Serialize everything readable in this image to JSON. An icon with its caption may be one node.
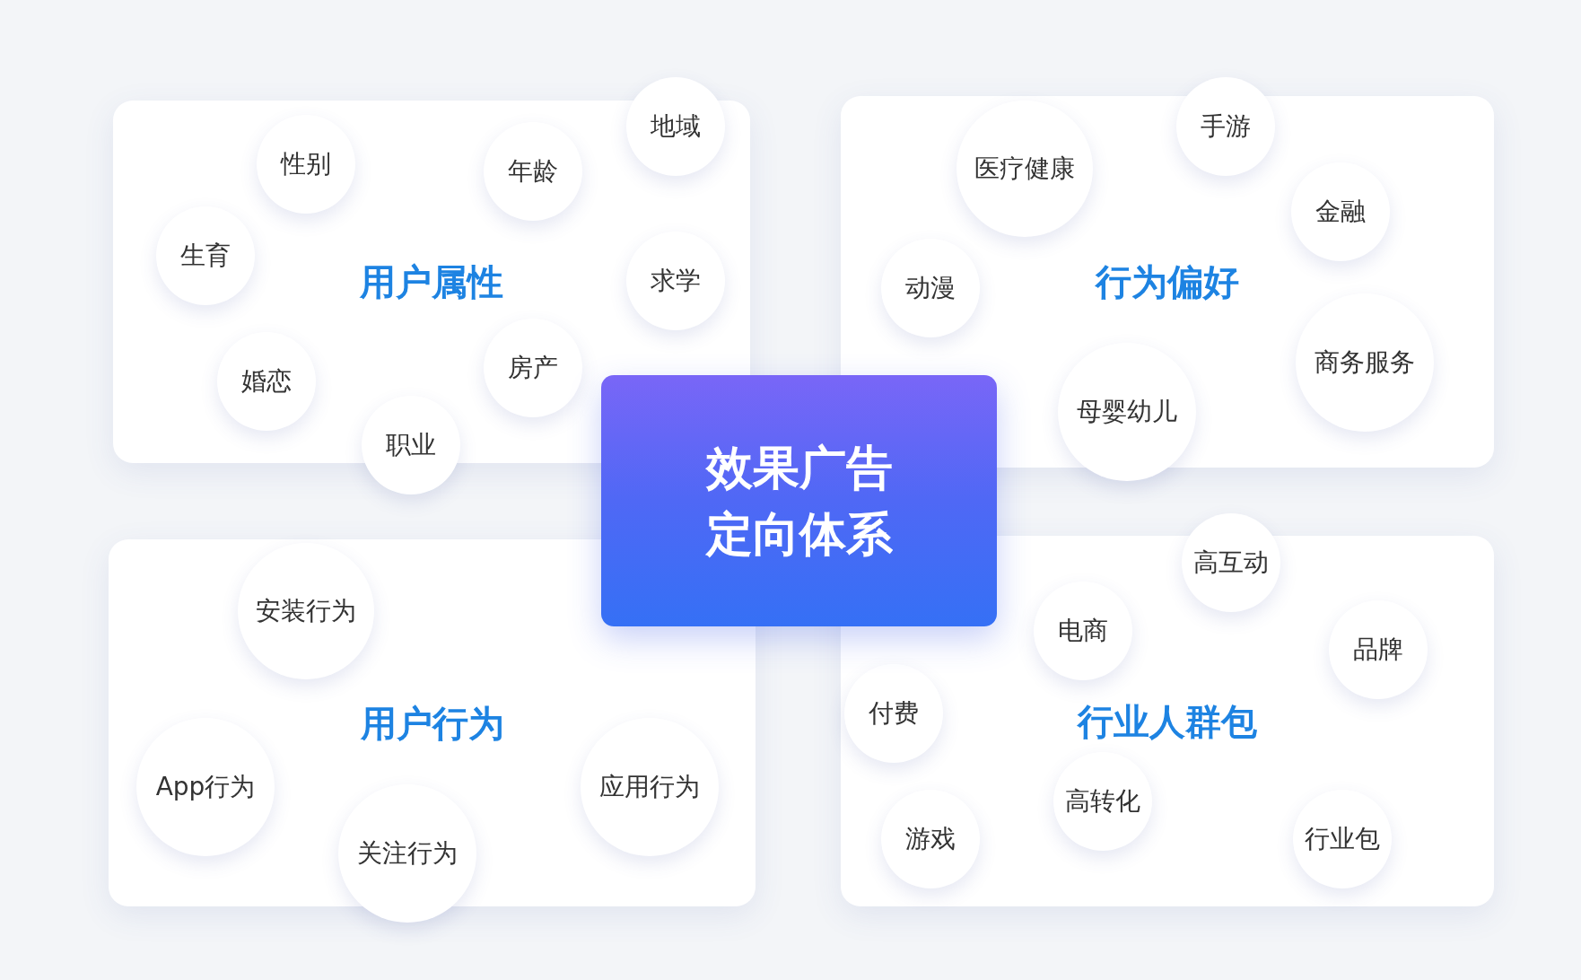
{
  "diagram": {
    "nodes": [
      {
        "text": [
          "用户属性"
        ]
      },
      {
        "text": [
          "性别"
        ],
        "in": 0
      },
      {
        "text": [
          "年龄"
        ],
        "in": 0
      },
      {
        "text": [
          "地域"
        ]
      },
      {
        "text": [
          "生育"
        ],
        "in": 0
      },
      {
        "text": [
          "求学"
        ],
        "in": 0
      },
      {
        "text": [
          "婚恋"
        ],
        "in": 0
      },
      {
        "text": [
          "房产"
        ],
        "in": 0
      },
      {
        "text": [
          "职业"
        ]
      },
      {
        "text": [
          "行为偏好"
        ]
      },
      {
        "text": [
          "医疗健康"
        ],
        "in": 9
      },
      {
        "text": [
          "手游"
        ]
      },
      {
        "text": [
          "金融"
        ],
        "in": 9
      },
      {
        "text": [
          "动漫"
        ],
        "in": 9
      },
      {
        "text": [
          "商务服务"
        ],
        "in": 9
      },
      {
        "text": [
          "母婴幼儿"
        ]
      },
      {
        "text": [
          "效果广告定向体系"
        ]
      },
      {
        "text": [
          "用户行为"
        ]
      },
      {
        "text": [
          "安装行为"
        ],
        "in": 17
      },
      {
        "text": [
          "App行为"
        ],
        "in": 17
      },
      {
        "text": [
          "关注行为"
        ]
      },
      {
        "text": [
          "应用行为"
        ],
        "in": 17
      },
      {
        "text": [
          "行业人群包"
        ]
      },
      {
        "text": [
          "高互动"
        ]
      },
      {
        "text": [
          "电商"
        ],
        "in": 22
      },
      {
        "text": [
          "品牌"
        ],
        "in": 22
      },
      {
        "text": [
          "付费"
        ],
        "in": 22
      },
      {
        "text": [
          "高转化"
        ],
        "in": 22
      },
      {
        "text": [
          "游戏"
        ],
        "in": 22
      },
      {
        "text": [
          "行业包"
        ],
        "in": 22
      }
    ]
  }
}
